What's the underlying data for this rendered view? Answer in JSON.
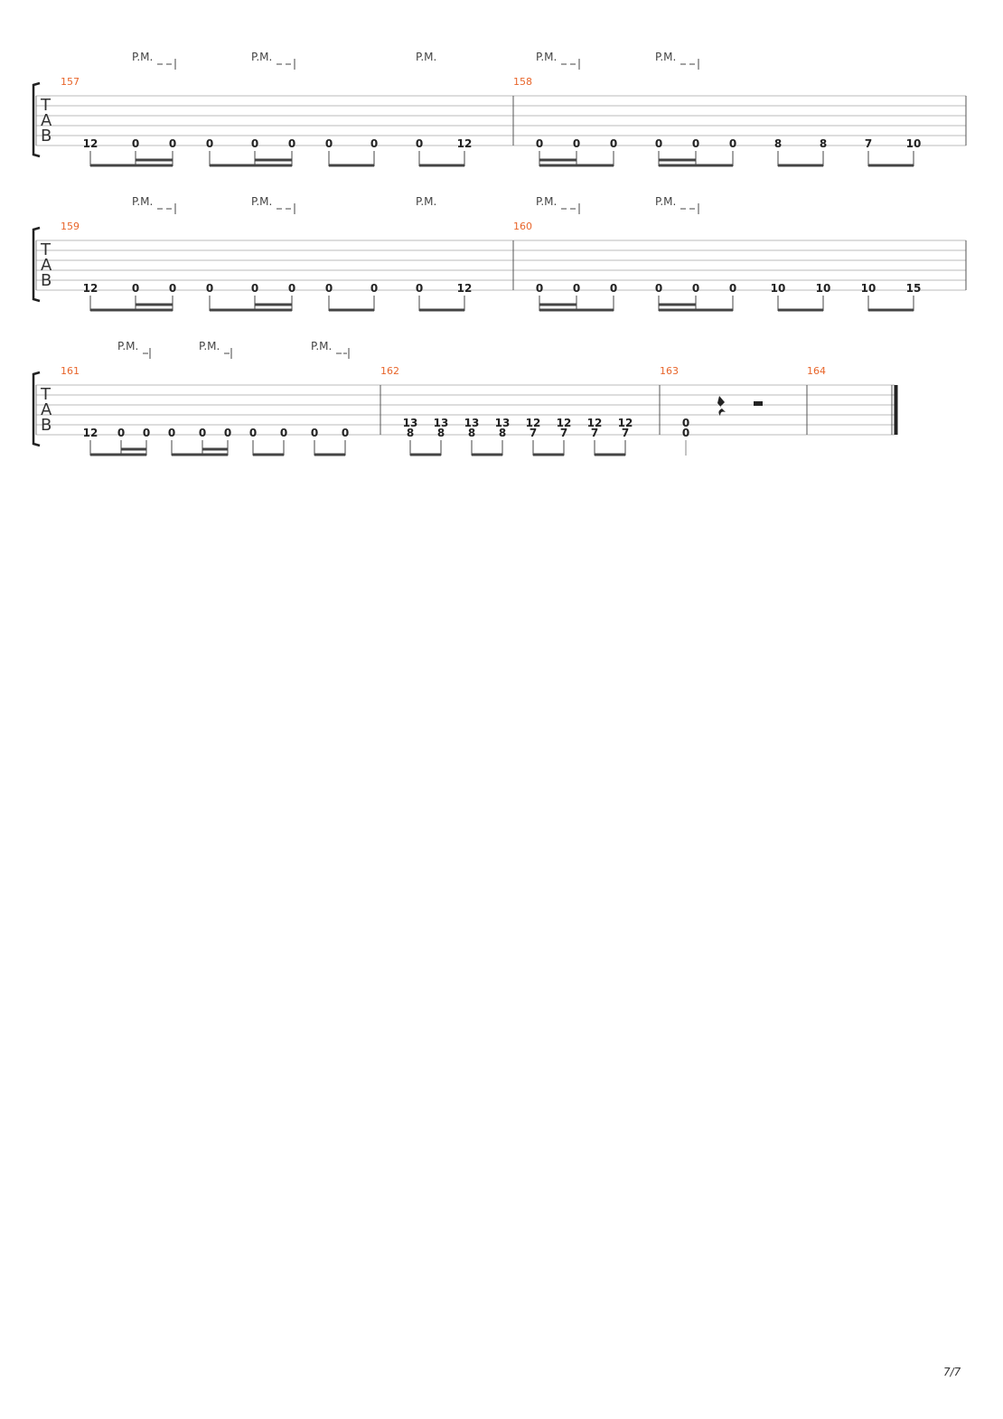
{
  "page": {
    "number": "7/7"
  },
  "tab_letters": [
    "T",
    "A",
    "B"
  ],
  "systems": [
    {
      "palm_mutes": [
        {
          "label": "P.M.",
          "style": "dashed"
        },
        {
          "label": "P.M.",
          "style": "dashed"
        },
        {
          "label": "P.M.",
          "style": "none"
        },
        {
          "label": "P.M.",
          "style": "dashed"
        },
        {
          "label": "P.M.",
          "style": "dashed"
        }
      ],
      "measures": [
        {
          "number": "157",
          "notes": [
            {
              "fret": "12",
              "string": 6
            },
            {
              "fret": "0",
              "string": 6
            },
            {
              "fret": "0",
              "string": 6
            },
            {
              "fret": "0",
              "string": 6
            },
            {
              "fret": "0",
              "string": 6
            },
            {
              "fret": "0",
              "string": 6
            },
            {
              "fret": "0",
              "string": 6
            },
            {
              "fret": "0",
              "string": 6
            },
            {
              "fret": "0",
              "string": 6
            },
            {
              "fret": "12",
              "string": 6
            }
          ]
        },
        {
          "number": "158",
          "notes": [
            {
              "fret": "0",
              "string": 6
            },
            {
              "fret": "0",
              "string": 6
            },
            {
              "fret": "0",
              "string": 6
            },
            {
              "fret": "0",
              "string": 6
            },
            {
              "fret": "0",
              "string": 6
            },
            {
              "fret": "0",
              "string": 6
            },
            {
              "fret": "8",
              "string": 6
            },
            {
              "fret": "8",
              "string": 6
            },
            {
              "fret": "7",
              "string": 6
            },
            {
              "fret": "10",
              "string": 6
            }
          ]
        }
      ]
    },
    {
      "palm_mutes": [
        {
          "label": "P.M.",
          "style": "dashed"
        },
        {
          "label": "P.M.",
          "style": "dashed"
        },
        {
          "label": "P.M.",
          "style": "none"
        },
        {
          "label": "P.M.",
          "style": "dashed"
        },
        {
          "label": "P.M.",
          "style": "dashed"
        }
      ],
      "measures": [
        {
          "number": "159",
          "notes": [
            {
              "fret": "12",
              "string": 6
            },
            {
              "fret": "0",
              "string": 6
            },
            {
              "fret": "0",
              "string": 6
            },
            {
              "fret": "0",
              "string": 6
            },
            {
              "fret": "0",
              "string": 6
            },
            {
              "fret": "0",
              "string": 6
            },
            {
              "fret": "0",
              "string": 6
            },
            {
              "fret": "0",
              "string": 6
            },
            {
              "fret": "0",
              "string": 6
            },
            {
              "fret": "12",
              "string": 6
            }
          ]
        },
        {
          "number": "160",
          "notes": [
            {
              "fret": "0",
              "string": 6
            },
            {
              "fret": "0",
              "string": 6
            },
            {
              "fret": "0",
              "string": 6
            },
            {
              "fret": "0",
              "string": 6
            },
            {
              "fret": "0",
              "string": 6
            },
            {
              "fret": "0",
              "string": 6
            },
            {
              "fret": "10",
              "string": 6
            },
            {
              "fret": "10",
              "string": 6
            },
            {
              "fret": "10",
              "string": 6
            },
            {
              "fret": "15",
              "string": 6
            }
          ]
        }
      ]
    },
    {
      "palm_mutes": [
        {
          "label": "P.M.",
          "style": "short"
        },
        {
          "label": "P.M.",
          "style": "short"
        },
        {
          "label": "P.M.",
          "style": "dashed"
        }
      ],
      "measures": [
        {
          "number": "161",
          "notes": [
            {
              "fret": "12",
              "string": 6
            },
            {
              "fret": "0",
              "string": 6
            },
            {
              "fret": "0",
              "string": 6
            },
            {
              "fret": "0",
              "string": 6
            },
            {
              "fret": "0",
              "string": 6
            },
            {
              "fret": "0",
              "string": 6
            },
            {
              "fret": "0",
              "string": 6
            },
            {
              "fret": "0",
              "string": 6
            },
            {
              "fret": "0",
              "string": 6
            },
            {
              "fret": "0",
              "string": 6
            }
          ]
        },
        {
          "number": "162",
          "chords": [
            [
              "13",
              "8"
            ],
            [
              "13",
              "8"
            ],
            [
              "13",
              "8"
            ],
            [
              "13",
              "8"
            ],
            [
              "12",
              "7"
            ],
            [
              "12",
              "7"
            ],
            [
              "12",
              "7"
            ],
            [
              "12",
              "7"
            ]
          ]
        },
        {
          "number": "163",
          "chords": [
            [
              "0",
              "0"
            ]
          ],
          "rests": [
            "quarter",
            "half"
          ]
        },
        {
          "number": "164",
          "notes": []
        }
      ]
    }
  ]
}
